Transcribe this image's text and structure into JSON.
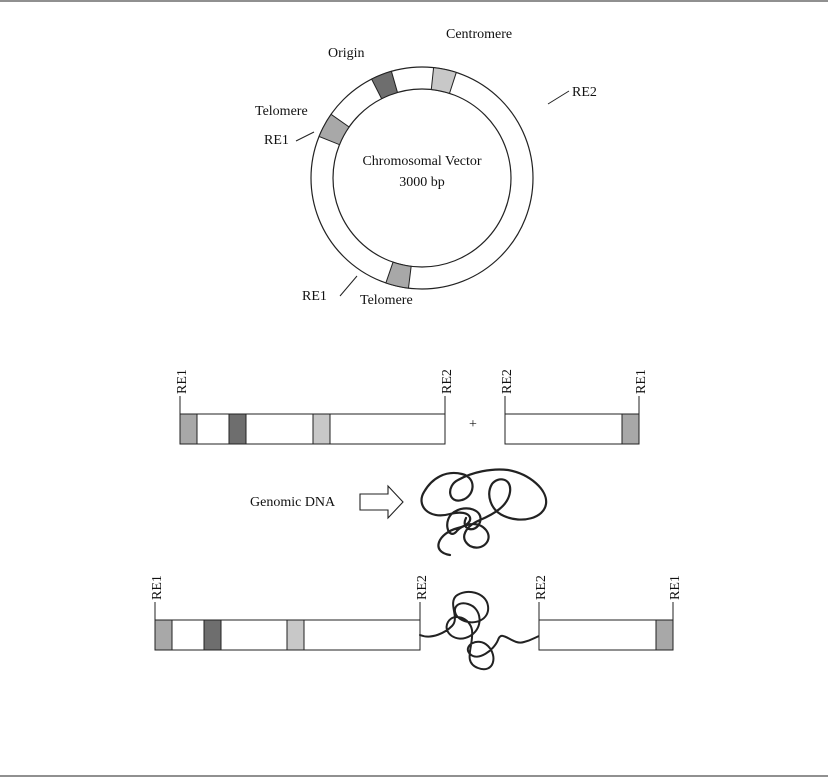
{
  "vector": {
    "title_line1": "Chromosomal Vector",
    "title_line2": "3000 bp",
    "labels": {
      "centromere": "Centromere",
      "origin": "Origin",
      "telomere_top": "Telomere",
      "re1_top": "RE1",
      "re2_right": "RE2",
      "re1_bottom": "RE1",
      "telomere_bottom": "Telomere"
    }
  },
  "cut_fragments": {
    "left_start": "RE1",
    "left_end": "RE2",
    "plus": "+",
    "right_start": "RE2",
    "right_end": "RE1"
  },
  "genomic": {
    "label": "Genomic DNA"
  },
  "ligated": {
    "left_start": "RE1",
    "left_end": "RE2",
    "right_start": "RE2",
    "right_end": "RE1"
  },
  "colors": {
    "telomere": "#a8a8a8",
    "origin": "#6e6e6e",
    "centromere": "#c8c8c8",
    "line": "#222222"
  }
}
